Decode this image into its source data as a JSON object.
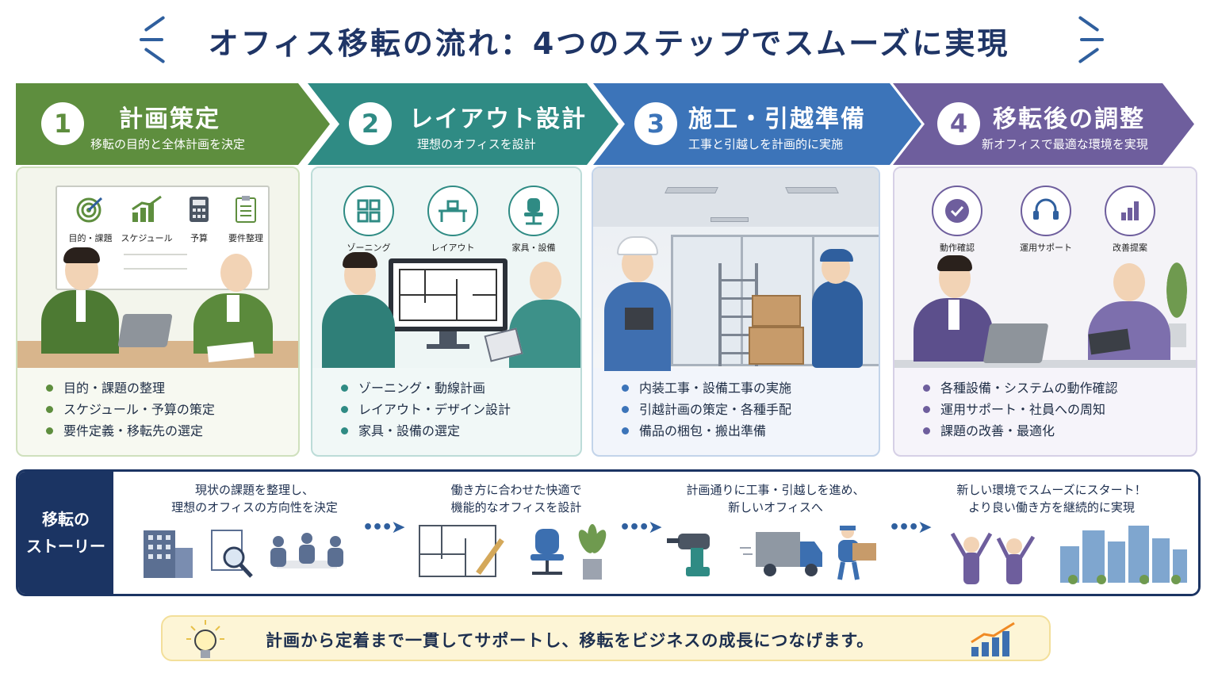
{
  "title": "オフィス移転の流れ：4つのステップでスムーズに実現",
  "steps": [
    {
      "num": "1",
      "title": "計画策定",
      "subtitle": "移転の目的と全体計画を決定",
      "color": "#5e8e3e",
      "icons": [
        {
          "name": "target-icon",
          "label": "目的・課題"
        },
        {
          "name": "chart-icon",
          "label": "スケジュール"
        },
        {
          "name": "calculator-icon",
          "label": "予算"
        },
        {
          "name": "checklist-icon",
          "label": "要件整理"
        }
      ],
      "bullets": [
        "目的・課題の整理",
        "スケジュール・予算の策定",
        "要件定義・移転先の選定"
      ]
    },
    {
      "num": "2",
      "title": "レイアウト設計",
      "subtitle": "理想のオフィスを設計",
      "color": "#2f8b84",
      "icons": [
        {
          "name": "zoning-icon",
          "label": "ゾーニング"
        },
        {
          "name": "desk-icon",
          "label": "レイアウト"
        },
        {
          "name": "chair-icon",
          "label": "家具・設備"
        }
      ],
      "bullets": [
        "ゾーニング・動線計画",
        "レイアウト・デザイン設計",
        "家具・設備の選定"
      ]
    },
    {
      "num": "3",
      "title": "施工・引越準備",
      "subtitle": "工事と引越しを計画的に実施",
      "color": "#3c74b9",
      "bullets": [
        "内装工事・設備工事の実施",
        "引越計画の策定・各種手配",
        "備品の梱包・搬出準備"
      ]
    },
    {
      "num": "4",
      "title": "移転後の調整",
      "subtitle": "新オフィスで最適な環境を実現",
      "color": "#6e5e9d",
      "icons": [
        {
          "name": "check-icon",
          "label": "動作確認"
        },
        {
          "name": "headset-icon",
          "label": "運用サポート"
        },
        {
          "name": "improvement-chart-icon",
          "label": "改善提案"
        }
      ],
      "bullets": [
        "各種設備・システムの動作確認",
        "運用サポート・社員への周知",
        "課題の改善・最適化"
      ]
    }
  ],
  "story": {
    "label_line1": "移転の",
    "label_line2": "ストーリー",
    "captions": [
      {
        "line1": "現状の課題を整理し、",
        "line2": "理想のオフィスの方向性を決定"
      },
      {
        "line1": "働き方に合わせた快適で",
        "line2": "機能的なオフィスを設計"
      },
      {
        "line1": "計画通りに工事・引越しを進め、",
        "line2": "新しいオフィスへ"
      },
      {
        "line1": "新しい環境でスムーズにスタート！",
        "line2": "より良い働き方を継続的に実現"
      }
    ]
  },
  "footer": {
    "text": "計画から定着まで一貫してサポートし、移転をビジネスの成長につなげます。"
  },
  "colors": {
    "navy": "#1b3463",
    "green": "#5e8e3e",
    "teal": "#2f8b84",
    "blue": "#3c74b9",
    "purple": "#6e5e9d"
  }
}
